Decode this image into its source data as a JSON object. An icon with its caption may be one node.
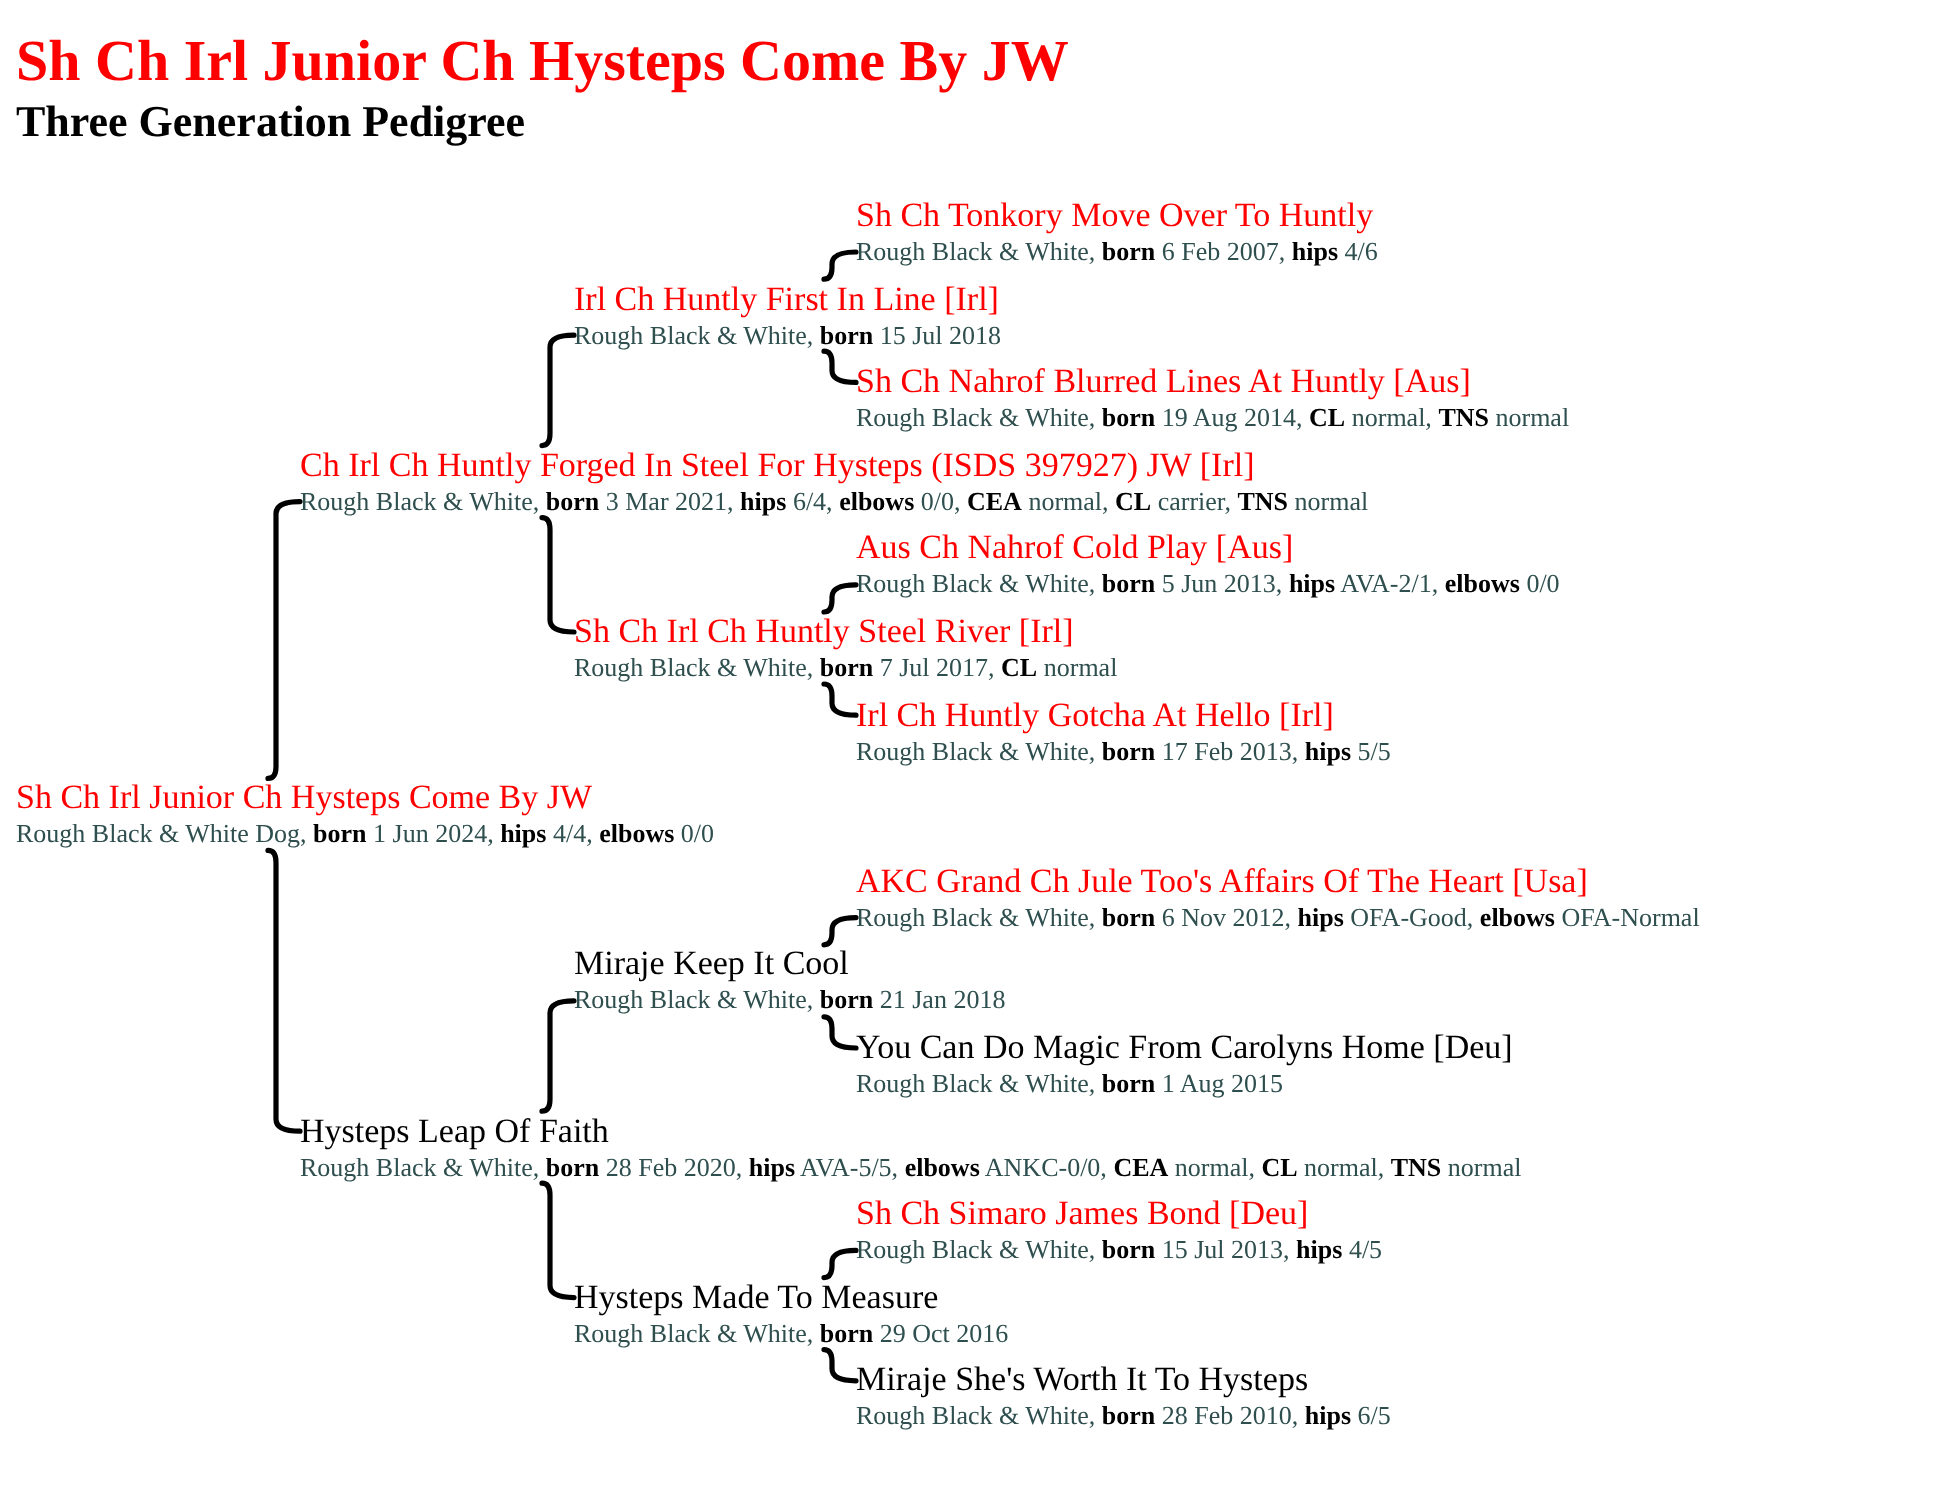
{
  "diagram": {
    "title": "Sh Ch Irl Junior Ch Hysteps Come By JW",
    "nodes": [
      {
        "text": [
          "Sh Ch Tonkory Move Over To Huntly",
          "Rough Black & White, **born** 6 Feb 2007, **hips** 4/6"
        ]
      },
      {
        "text": [
          "Irl Ch Huntly First In Line [Irl]",
          "Rough Black & White, **born** 15 Jul 2018"
        ]
      },
      {
        "text": [
          "Sh Ch Nahrof Blurred Lines At Huntly [Aus]",
          "Rough Black & White, **born** 19 Aug 2014, **CL** normal, **TNS** normal"
        ]
      },
      {
        "text": [
          "Ch Irl Ch Huntly Forged In Steel For Hysteps (ISDS 397927) JW [Irl]",
          "Rough Black & White, **born** 3 Mar 2021, **hips** 6/4, **elbows** 0/0, **CEA** normal, **CL** carrier, **TNS** normal"
        ]
      },
      {
        "text": [
          "Aus Ch Nahrof Cold Play [Aus]",
          "Rough Black & White, **born** 5 Jun 2013, **hips** AVA-2/1, **elbows** 0/0"
        ]
      },
      {
        "text": [
          "Sh Ch Irl Ch Huntly Steel River [Irl]",
          "Rough Black & White, **born** 7 Jul 2017, **CL** normal"
        ]
      },
      {
        "text": [
          "Irl Ch Huntly Gotcha At Hello [Irl]",
          "Rough Black & White, **born** 17 Feb 2013, **hips** 5/5"
        ]
      },
      {
        "text": [
          "Sh Ch Irl Junior Ch Hysteps Come By JW",
          "Rough Black & White Dog, **born** 1 Jun 2024, **hips** 4/4, **elbows** 0/0"
        ]
      },
      {
        "text": [
          "AKC Grand Ch Jule Too's Affairs Of The Heart [Usa]",
          "Rough Black & White, **born** 6 Nov 2012, **hips** OFA-Good, **elbows** OFA-Normal"
        ]
      },
      {
        "text": [
          "Miraje Keep It Cool",
          "Rough Black & White, **born** 21 Jan 2018"
        ]
      },
      {
        "text": [
          "You Can Do Magic From Carolyns Home [Deu]",
          "Rough Black & White, **born** 1 Aug 2015"
        ]
      },
      {
        "text": [
          "Hysteps Leap Of Faith",
          "Rough Black & White, **born** 28 Feb 2020, **hips** AVA-5/5, **elbows** ANKC-0/0, **CEA** normal, **CL** normal, **TNS** normal"
        ]
      },
      {
        "text": [
          "Sh Ch Simaro James Bond [Deu]",
          "Rough Black & White, **born** 15 Jul 2013, **hips** 4/5"
        ]
      },
      {
        "text": [
          "Hysteps Made To Measure",
          "Rough Black & White, **born** 29 Oct 2016"
        ]
      },
      {
        "text": [
          "Miraje She's Worth It To Hysteps",
          "Rough Black & White, **born** 28 Feb 2010, **hips** 6/5"
        ]
      }
    ],
    "edges": [
      {
        "from": 1,
        "to": 0,
        "arrow": "none"
      },
      {
        "from": 1,
        "to": 2,
        "arrow": "none"
      },
      {
        "from": 3,
        "to": 1,
        "arrow": "none"
      },
      {
        "from": 3,
        "to": 5,
        "arrow": "none"
      },
      {
        "from": 5,
        "to": 4,
        "arrow": "none"
      },
      {
        "from": 5,
        "to": 6,
        "arrow": "none"
      },
      {
        "from": 7,
        "to": 3,
        "arrow": "none"
      },
      {
        "from": 7,
        "to": 11,
        "arrow": "none"
      },
      {
        "from": 9,
        "to": 8,
        "arrow": "none"
      },
      {
        "from": 9,
        "to": 10,
        "arrow": "none"
      },
      {
        "from": 11,
        "to": 9,
        "arrow": "none"
      },
      {
        "from": 11,
        "to": 13,
        "arrow": "none"
      },
      {
        "from": 13,
        "to": 12,
        "arrow": "none"
      },
      {
        "from": 13,
        "to": 14,
        "arrow": "none"
      }
    ],
    "labels": [
      "Three Generation Pedigree"
    ]
  }
}
